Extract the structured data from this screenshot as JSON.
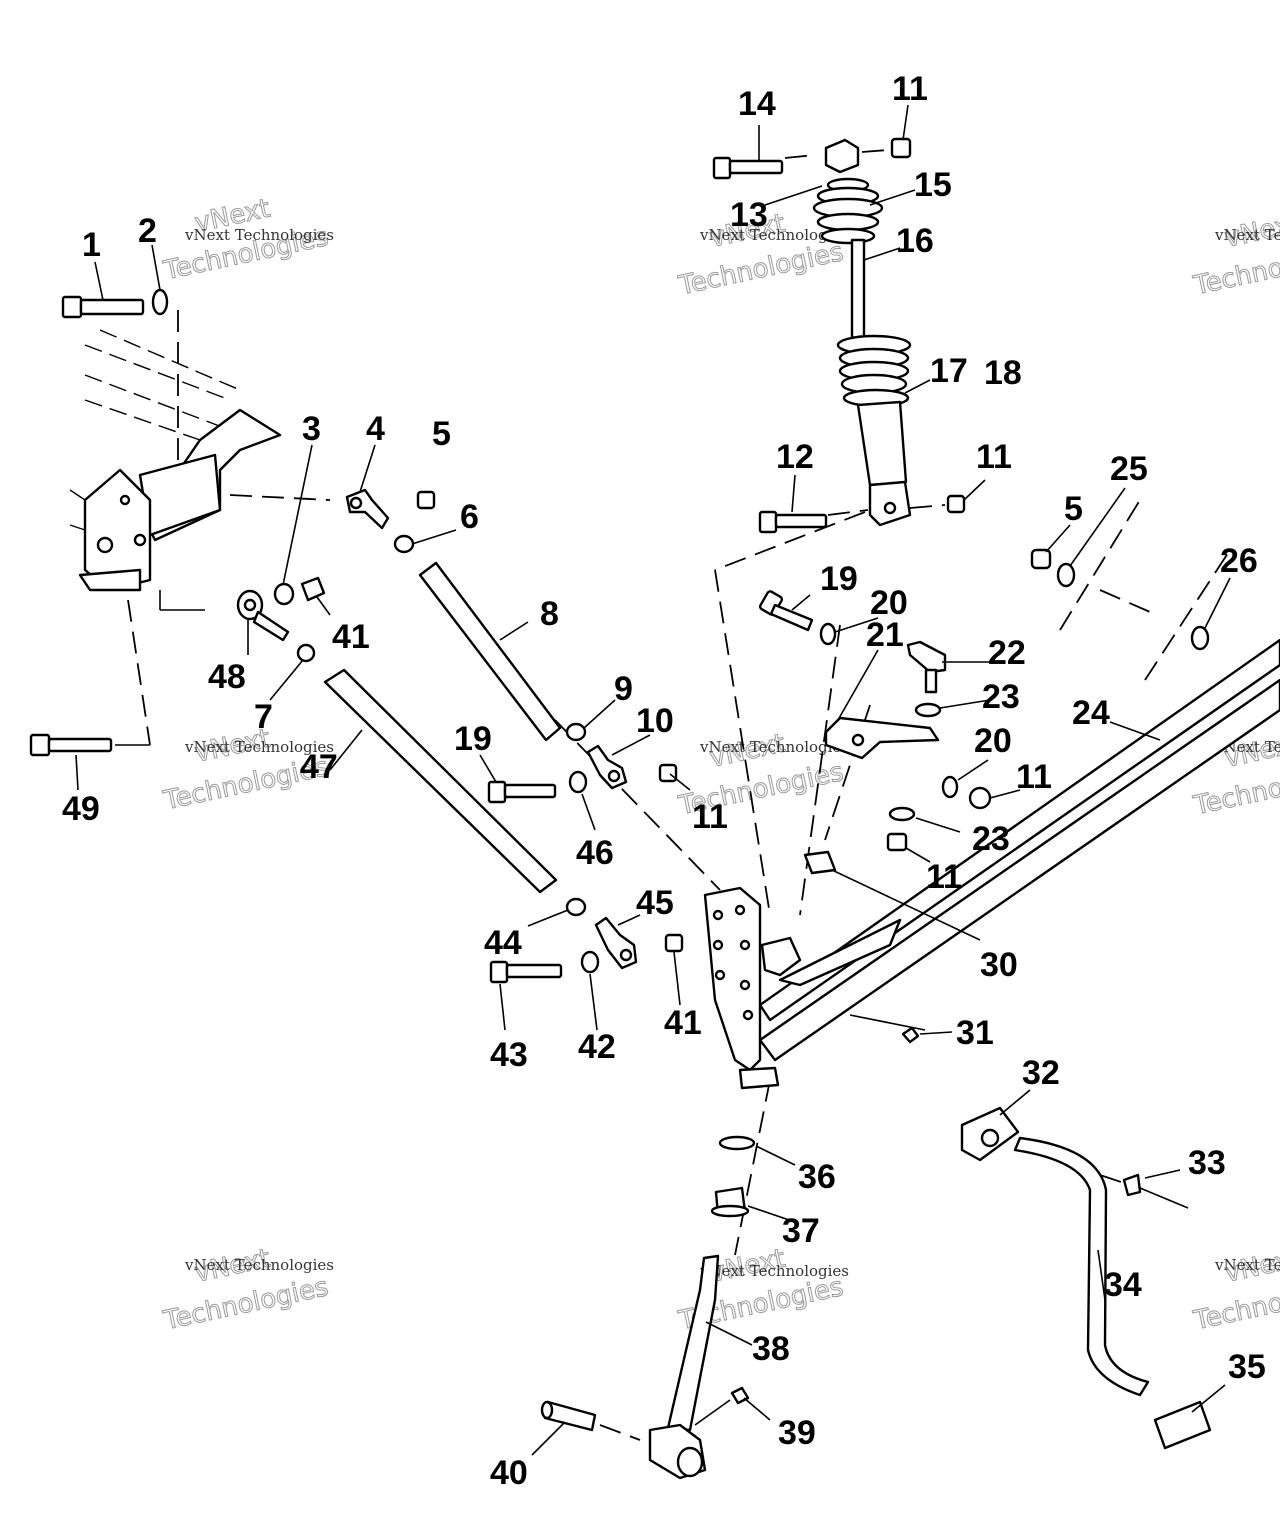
{
  "watermark": {
    "line1": "vNext Technologies",
    "line2": "Technologies",
    "line3": "vNext"
  },
  "callouts": [
    {
      "id": "1",
      "text": "1"
    },
    {
      "id": "2",
      "text": "2"
    },
    {
      "id": "3",
      "text": "3"
    },
    {
      "id": "4",
      "text": "4"
    },
    {
      "id": "5a",
      "text": "5"
    },
    {
      "id": "6",
      "text": "6"
    },
    {
      "id": "7",
      "text": "7"
    },
    {
      "id": "8",
      "text": "8"
    },
    {
      "id": "9",
      "text": "9"
    },
    {
      "id": "10",
      "text": "10"
    },
    {
      "id": "11a",
      "text": "11"
    },
    {
      "id": "11b",
      "text": "11"
    },
    {
      "id": "11c",
      "text": "11"
    },
    {
      "id": "11d",
      "text": "11"
    },
    {
      "id": "11e",
      "text": "11"
    },
    {
      "id": "12",
      "text": "12"
    },
    {
      "id": "13",
      "text": "13"
    },
    {
      "id": "14",
      "text": "14"
    },
    {
      "id": "15",
      "text": "15"
    },
    {
      "id": "16",
      "text": "16"
    },
    {
      "id": "17",
      "text": "17"
    },
    {
      "id": "18",
      "text": "18"
    },
    {
      "id": "19a",
      "text": "19"
    },
    {
      "id": "19b",
      "text": "19"
    },
    {
      "id": "20a",
      "text": "20"
    },
    {
      "id": "20b",
      "text": "20"
    },
    {
      "id": "21",
      "text": "21"
    },
    {
      "id": "22",
      "text": "22"
    },
    {
      "id": "23a",
      "text": "23"
    },
    {
      "id": "23b",
      "text": "23"
    },
    {
      "id": "24",
      "text": "24"
    },
    {
      "id": "25",
      "text": "25"
    },
    {
      "id": "5b",
      "text": "5"
    },
    {
      "id": "26",
      "text": "26"
    },
    {
      "id": "30",
      "text": "30"
    },
    {
      "id": "31",
      "text": "31"
    },
    {
      "id": "32",
      "text": "32"
    },
    {
      "id": "33",
      "text": "33"
    },
    {
      "id": "34",
      "text": "34"
    },
    {
      "id": "35",
      "text": "35"
    },
    {
      "id": "36",
      "text": "36"
    },
    {
      "id": "37",
      "text": "37"
    },
    {
      "id": "38",
      "text": "38"
    },
    {
      "id": "39",
      "text": "39"
    },
    {
      "id": "40",
      "text": "40"
    },
    {
      "id": "41a",
      "text": "41"
    },
    {
      "id": "41b",
      "text": "41"
    },
    {
      "id": "42",
      "text": "42"
    },
    {
      "id": "43",
      "text": "43"
    },
    {
      "id": "44",
      "text": "44"
    },
    {
      "id": "45",
      "text": "45"
    },
    {
      "id": "46",
      "text": "46"
    },
    {
      "id": "47",
      "text": "47"
    },
    {
      "id": "48",
      "text": "48"
    },
    {
      "id": "49",
      "text": "49"
    }
  ]
}
